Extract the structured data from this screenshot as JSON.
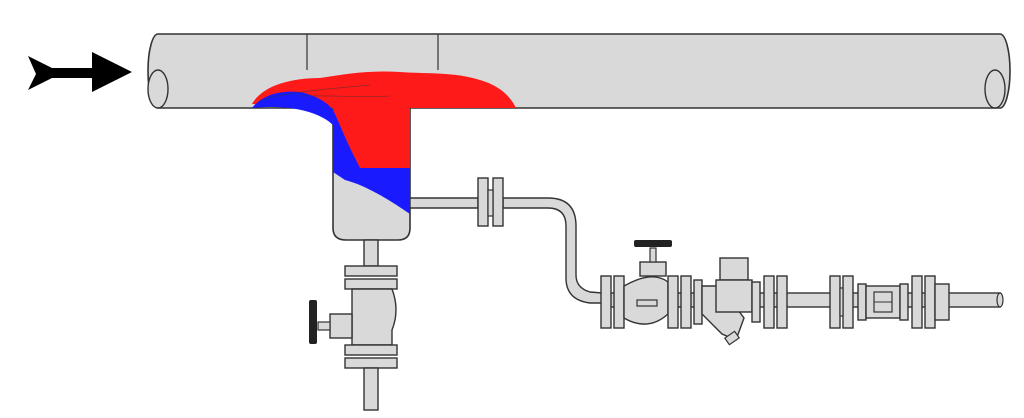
{
  "diagram": {
    "colors": {
      "pipe_fill": "#d9d9d9",
      "outline": "#333333",
      "arrow": "#000000",
      "condensate_red": "#ff1a1a",
      "condensate_blue": "#1a1aff",
      "handwheel": "#222222",
      "background": "#ffffff"
    },
    "icons": {
      "flow_arrow": "flow-direction-arrow-icon",
      "main_pipe": "steam-main-pipe",
      "drip_leg": "drip-leg-collecting-pocket",
      "drain_valve": "blowdown-globe-valve",
      "trap_line_valve": "isolation-globe-valve",
      "strainer": "y-strainer",
      "steam_trap": "steam-trap",
      "sight_glass": "sight-glass"
    }
  }
}
